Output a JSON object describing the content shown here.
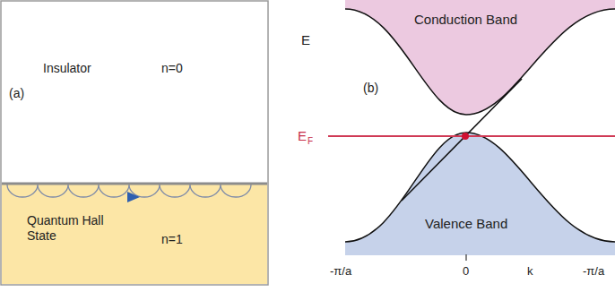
{
  "diagram": {
    "nodes": [
      {
        "text": [
          "Insulator",
          "n=0"
        ]
      },
      {
        "text": [
          "Quantum Hall State",
          "n=1"
        ]
      },
      {
        "text": [
          "Conduction Band"
        ]
      },
      {
        "text": [
          "Valence Band"
        ]
      }
    ],
    "labels": [
      "(a)",
      "E",
      "(b)",
      "E",
      "F",
      "-π/a",
      "0",
      "k",
      "-π/a"
    ]
  }
}
